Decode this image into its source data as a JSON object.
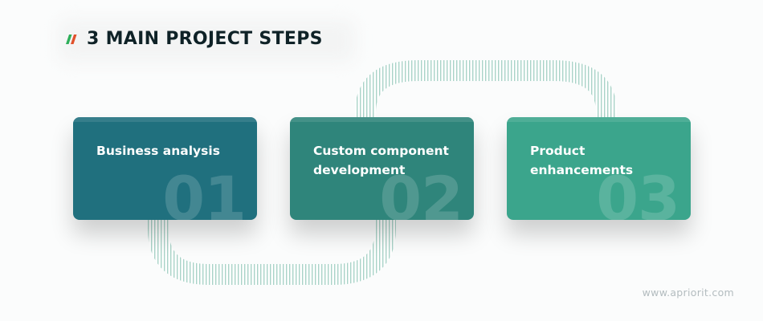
{
  "header": {
    "title": "3 MAIN PROJECT STEPS",
    "mark_icon": "double-slash-icon",
    "mark_colors": [
      "#2eaf5a",
      "#e0512b"
    ]
  },
  "steps": [
    {
      "label": "Business analysis",
      "number": "01",
      "color": "#20707e"
    },
    {
      "label": "Custom component development",
      "number": "02",
      "color": "#2f857b"
    },
    {
      "label": "Product enhancements",
      "number": "03",
      "color": "#3ba58c"
    }
  ],
  "footer": {
    "url": "www.apriorit.com"
  },
  "colors": {
    "connector": "#a9d3c8",
    "title": "#0f2227"
  }
}
